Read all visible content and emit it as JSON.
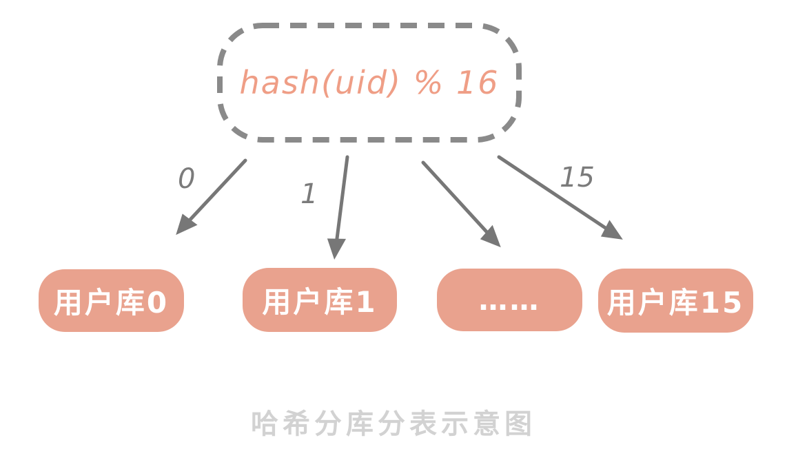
{
  "diagram": {
    "caption": "哈希分库分表示意图",
    "hash_node": {
      "label": "hash(uid) % 16"
    },
    "arrows": [
      {
        "label": "0"
      },
      {
        "label": "1"
      },
      {
        "label": ""
      },
      {
        "label": "15"
      }
    ],
    "shards": [
      {
        "label": "用户库0"
      },
      {
        "label": "用户库1"
      },
      {
        "label": "……"
      },
      {
        "label": "用户库15"
      }
    ],
    "colors": {
      "shard_fill": "#E9A28E",
      "hash_text": "#EF9E86",
      "dashed_border": "#8A8A8A",
      "arrow_gray": "#777777",
      "caption_gray": "#D2D2D2"
    }
  }
}
